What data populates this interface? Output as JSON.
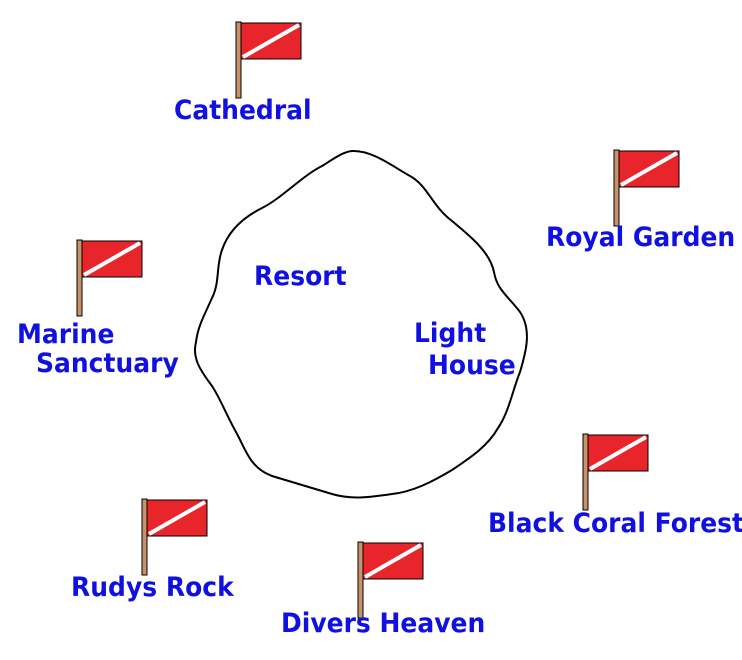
{
  "map": {
    "island_labels": {
      "resort": "Resort",
      "lighthouse_line1": "Light",
      "lighthouse_line2": "House"
    },
    "dive_sites": {
      "cathedral": "Cathedral",
      "royal_garden": "Royal Garden",
      "marine_sanctuary_line1": "Marine",
      "marine_sanctuary_line2": "Sanctuary",
      "black_coral_forest": "Black Coral Forest",
      "rudys_rock": "Rudys Rock",
      "divers_heaven": "Divers Heaven"
    },
    "flag_icon": "dive-flag-icon",
    "colors": {
      "label_text": "#1010e0",
      "flag_red": "#e8252a",
      "flag_stripe": "#ffffff",
      "pole": "#c8926a",
      "outline": "#000000"
    }
  }
}
